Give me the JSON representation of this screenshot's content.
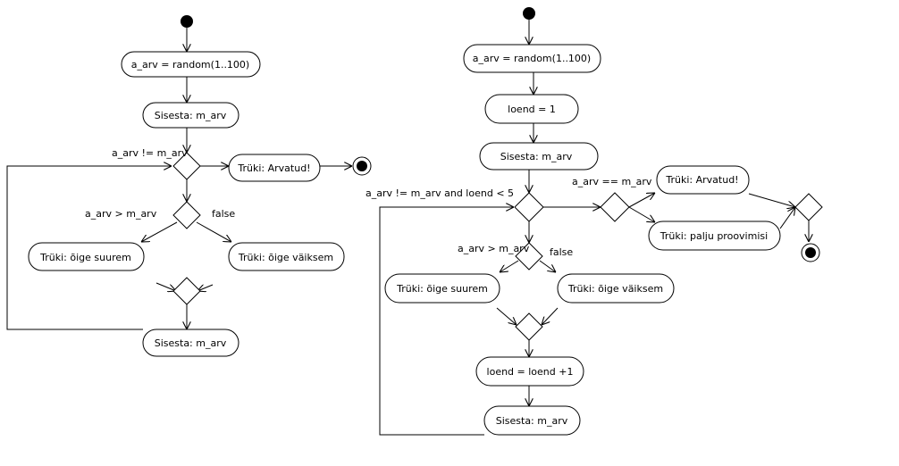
{
  "left": {
    "action_init": "a_arv = random(1..100)",
    "action_input1": "Sisesta: m_arv",
    "guard_loop": "a_arv != m_arv",
    "action_guessed": "Trüki: Arvatud!",
    "guard_greater": "a_arv > m_arv",
    "guard_false": "false",
    "action_bigger": "Trüki: õige suurem",
    "action_smaller": "Trüki: õige väiksem",
    "action_input2": "Sisesta: m_arv"
  },
  "right": {
    "action_init": "a_arv = random(1..100)",
    "action_counter_init": "loend = 1",
    "action_input1": "Sisesta: m_arv",
    "guard_loop": "a_arv != m_arv and loend < 5",
    "guard_equal": "a_arv == m_arv",
    "action_guessed": "Trüki: Arvatud!",
    "action_too_many": "Trüki: palju proovimisi",
    "guard_greater": "a_arv > m_arv",
    "guard_false": "false",
    "action_bigger": "Trüki: õige suurem",
    "action_smaller": "Trüki: õige väiksem",
    "action_increment": "loend = loend +1",
    "action_input2": "Sisesta: m_arv"
  }
}
